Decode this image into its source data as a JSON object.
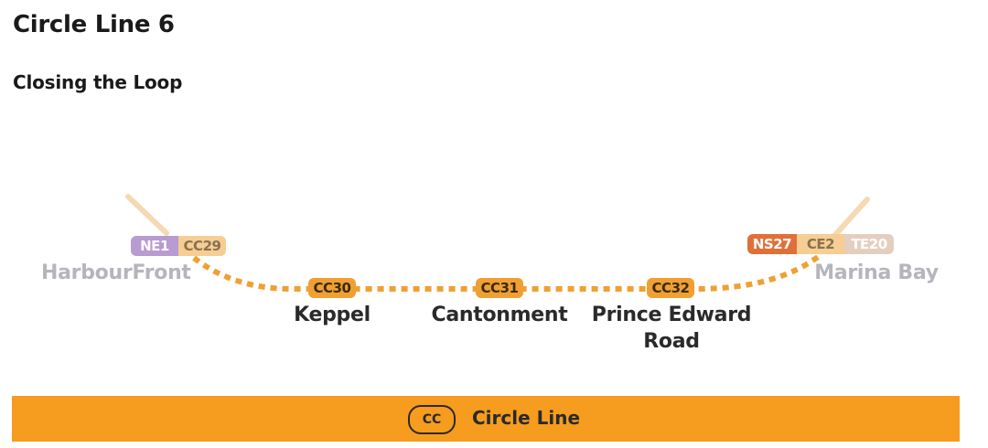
{
  "title": "Circle Line 6",
  "subtitle": "Closing the Loop",
  "line_color": "#f0a032",
  "stations": {
    "harbourfront": {
      "name": "HarbourFront",
      "codes": [
        "NE1",
        "CC29"
      ]
    },
    "keppel": {
      "name": "Keppel",
      "code": "CC30"
    },
    "cantonment": {
      "name": "Cantonment",
      "code": "CC31"
    },
    "prince_edward": {
      "name_line1": "Prince Edward",
      "name_line2": "Road",
      "code": "CC32"
    },
    "marina_bay": {
      "name": "Marina Bay",
      "codes": [
        "NS27",
        "CE2",
        "TE20"
      ]
    }
  },
  "legend": {
    "code": "CC",
    "label": "Circle Line",
    "color": "#f69c1f"
  }
}
